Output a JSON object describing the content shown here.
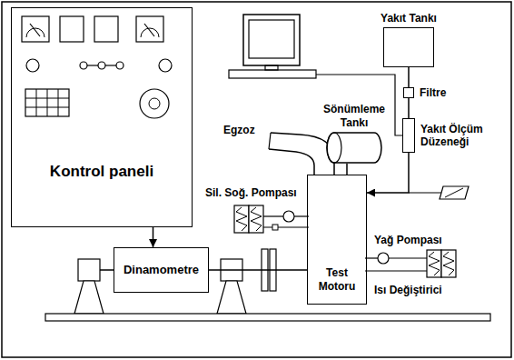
{
  "diagram": {
    "nodes": [
      {
        "text": [
          "Kontrol paneli"
        ]
      },
      {
        "text": [
          "Yakıt Tankı"
        ]
      },
      {
        "text": [
          "Filtre"
        ]
      },
      {
        "text": [
          "Yakıt Ölçüm Düzeneği"
        ]
      },
      {
        "text": [
          "Sönümleme Tankı"
        ]
      },
      {
        "text": [
          "Dinamometre"
        ]
      },
      {
        "text": [
          "Test Motoru"
        ]
      }
    ],
    "edges": [
      {
        "from": 0,
        "to": 5,
        "arrow": "to"
      },
      {
        "from": 1,
        "to": 2,
        "arrow": "none"
      },
      {
        "from": 2,
        "to": 3,
        "arrow": "none"
      },
      {
        "from": 3,
        "to": 6,
        "arrow": "to"
      },
      {
        "from": 4,
        "to": 6,
        "arrow": "none"
      },
      {
        "from": 5,
        "to": 6,
        "arrow": "none"
      }
    ],
    "labels": [
      "Egzoz",
      "Sil. Soğ. Pompası",
      "Yağ Pompası",
      "Isı Değiştirici"
    ]
  }
}
